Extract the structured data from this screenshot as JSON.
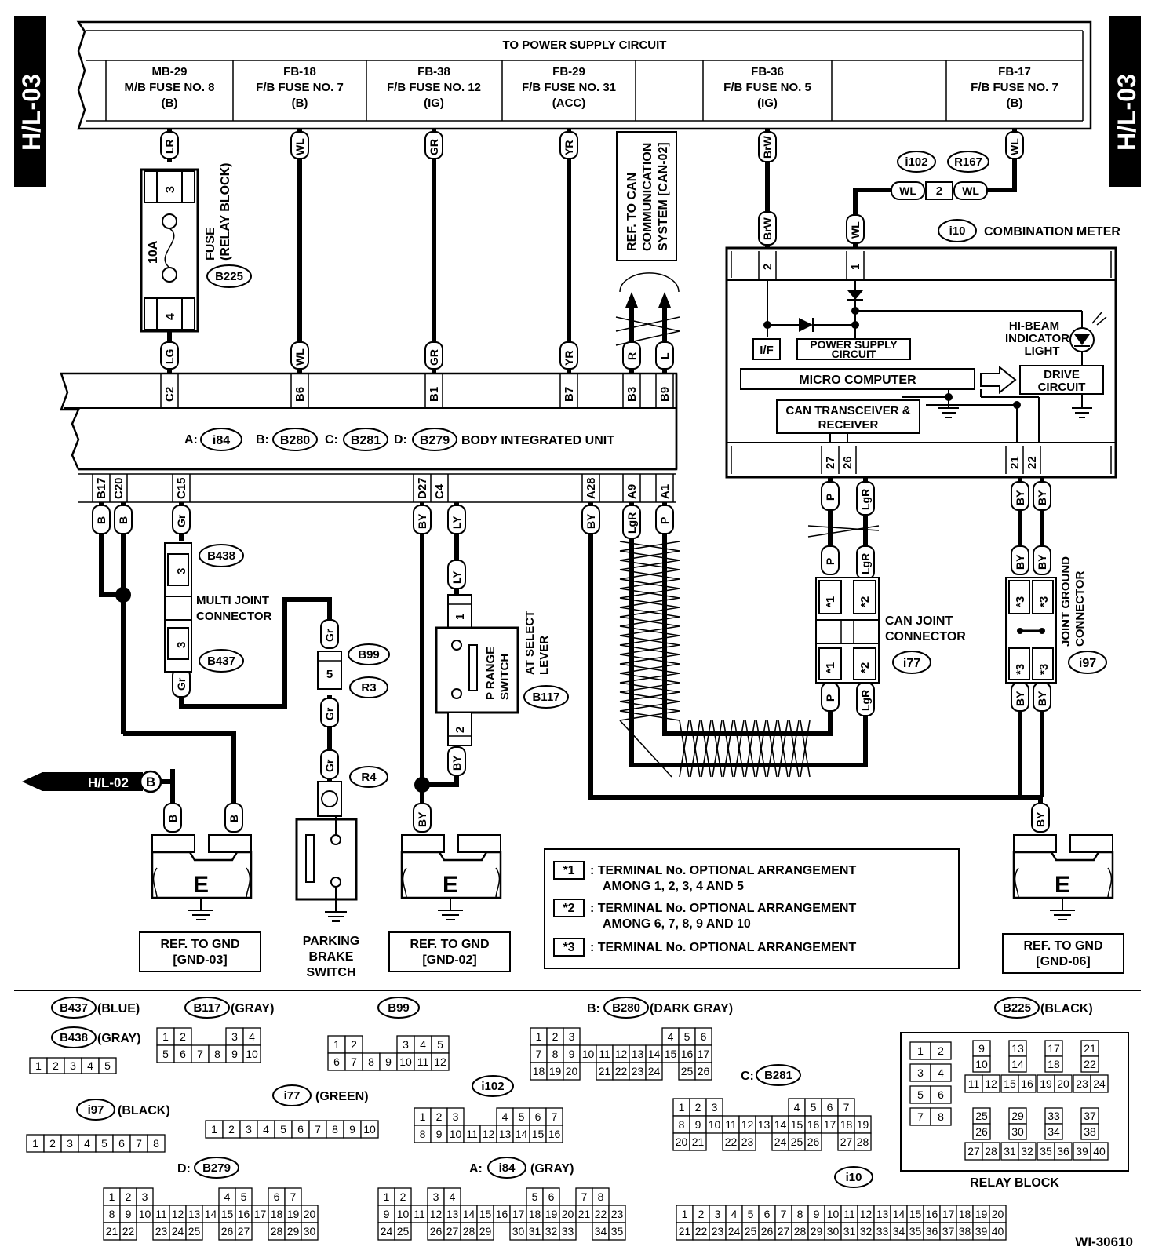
{
  "page_code": "H/L-03",
  "figure_id": "WI-30610",
  "power_supply": {
    "title": "TO POWER SUPPLY CIRCUIT",
    "fuses": [
      {
        "ref": "MB-29",
        "name": "M/B FUSE NO. 8",
        "type": "(B)"
      },
      {
        "ref": "FB-18",
        "name": "F/B FUSE NO. 7",
        "type": "(B)"
      },
      {
        "ref": "FB-38",
        "name": "F/B FUSE NO. 12",
        "type": "(IG)"
      },
      {
        "ref": "FB-29",
        "name": "F/B FUSE NO. 31",
        "type": "(ACC)"
      },
      {
        "ref": "FB-36",
        "name": "F/B FUSE NO. 5",
        "type": "(IG)"
      },
      {
        "ref": "FB-17",
        "name": "F/B FUSE NO. 7",
        "type": "(B)"
      }
    ]
  },
  "fuse_relay": {
    "label1": "FUSE",
    "label2": "(RELAY BLOCK)",
    "rating": "10A",
    "connector": "B225",
    "pin_top": "3",
    "pin_bottom": "4"
  },
  "can_ref": {
    "line1": "REF. TO CAN",
    "line2": "COMMUNICATION",
    "line3": "SYSTEM [CAN-02]"
  },
  "wire_colors": {
    "lr": "LR",
    "lg": "LG",
    "wl": "WL",
    "gr": "GR",
    "yr": "YR",
    "brw": "BrW",
    "r": "R",
    "l": "L",
    "b": "B",
    "gr2": "Gr",
    "by": "BY",
    "ly": "LY",
    "lgr": "LgR",
    "p": "P"
  },
  "biu": {
    "title": "BODY INTEGRATED UNIT",
    "prefixes": [
      "A:",
      "B:",
      "C:",
      "D:"
    ],
    "connectors": [
      "i84",
      "B280",
      "B281",
      "B279"
    ],
    "top_pins": [
      "C2",
      "B6",
      "B1",
      "B7",
      "B3",
      "B9"
    ],
    "bottom_pins": [
      "B17",
      "C20",
      "C15",
      "D27",
      "C4",
      "A28",
      "A9",
      "A1"
    ]
  },
  "combination_meter": {
    "title": "COMBINATION METER",
    "connector": "i10",
    "intermediate": [
      "i102",
      "R167"
    ],
    "mid_pin": "2",
    "top_pins": [
      "2",
      "1"
    ],
    "bottom_pins": [
      "27",
      "26",
      "21",
      "22"
    ],
    "power_supply_circuit_1": "POWER SUPPLY",
    "power_supply_circuit_2": "CIRCUIT",
    "if_label": "I/F",
    "micro": "MICRO COMPUTER",
    "can_tr_1": "CAN TRANSCEIVER &",
    "can_tr_2": "RECEIVER",
    "hibeam_1": "HI-BEAM",
    "hibeam_2": "INDICATOR",
    "hibeam_3": "LIGHT",
    "drive_1": "DRIVE",
    "drive_2": "CIRCUIT"
  },
  "multi_joint": {
    "line1": "MULTI JOINT",
    "line2": "CONNECTOR",
    "conn_top": "B438",
    "conn_bottom": "B437",
    "pin": "3"
  },
  "parking_brake": {
    "conn1": "B99",
    "conn2": "R3",
    "conn3": "R4",
    "pin": "5",
    "line1": "PARKING",
    "line2": "BRAKE",
    "line3": "SWITCH"
  },
  "p_range": {
    "line1": "P RANGE",
    "line2": "SWITCH",
    "line3": "AT SELECT",
    "line4": "LEVER",
    "connector": "B117",
    "pin_top": "1",
    "pin_bottom": "2"
  },
  "can_joint": {
    "line1": "CAN JOINT",
    "line2": "CONNECTOR",
    "connector": "i77",
    "pin1": "*1",
    "pin2": "*2"
  },
  "joint_ground": {
    "line1": "JOINT GROUND",
    "line2": "CONNECTOR",
    "connector": "i97",
    "pin": "*3"
  },
  "ground_letter": "E",
  "hl02": {
    "label": "H/L-02",
    "symbol": "B"
  },
  "gnd_refs": [
    {
      "line1": "REF. TO GND",
      "line2": "[GND-03]"
    },
    {
      "line1": "REF. TO GND",
      "line2": "[GND-02]"
    },
    {
      "line1": "REF. TO GND",
      "line2": "[GND-06]"
    }
  ],
  "notes": [
    {
      "key": "*1",
      "line1": ": TERMINAL No. OPTIONAL ARRANGEMENT",
      "line2": "AMONG 1, 2, 3, 4 AND 5"
    },
    {
      "key": "*2",
      "line1": ": TERMINAL No. OPTIONAL ARRANGEMENT",
      "line2": "AMONG 6, 7, 8, 9 AND 10"
    },
    {
      "key": "*3",
      "line1": ": TERMINAL No. OPTIONAL ARRANGEMENT",
      "line2": ""
    }
  ],
  "connector_legend": {
    "b437": {
      "id": "B437",
      "color": "(BLUE)"
    },
    "b438": {
      "id": "B438",
      "color": "(GRAY)",
      "pins": [
        "1",
        "2",
        "3",
        "4",
        "5"
      ]
    },
    "b117": {
      "id": "B117",
      "color": "(GRAY)",
      "row1": [
        "1",
        "2",
        "",
        "",
        "3",
        "4"
      ],
      "row2": [
        "5",
        "6",
        "7",
        "8",
        "9",
        "10"
      ]
    },
    "b99": {
      "id": "B99",
      "row1": [
        "1",
        "2",
        "",
        "",
        "3",
        "4",
        "5"
      ],
      "row2": [
        "6",
        "7",
        "8",
        "9",
        "10",
        "11",
        "12"
      ]
    },
    "b280": {
      "prefix": "B:",
      "id": "B280",
      "color": "(DARK GRAY)",
      "row1": [
        "1",
        "2",
        "3",
        "",
        "",
        "",
        "",
        "",
        "4",
        "5",
        "6"
      ],
      "row2": [
        "7",
        "8",
        "9",
        "10",
        "11",
        "12",
        "13",
        "14",
        "15",
        "16",
        "17"
      ],
      "row3": [
        "18",
        "19",
        "20",
        "",
        "21",
        "22",
        "23",
        "24",
        "",
        "25",
        "26"
      ]
    },
    "b225": {
      "id": "B225",
      "color": "(BLACK)",
      "label": "RELAY BLOCK"
    },
    "i97": {
      "id": "i97",
      "color": "(BLACK)",
      "pins": [
        "1",
        "2",
        "3",
        "4",
        "5",
        "6",
        "7",
        "8"
      ]
    },
    "i77": {
      "id": "i77",
      "color": "(GREEN)",
      "pins": [
        "1",
        "2",
        "3",
        "4",
        "5",
        "6",
        "7",
        "8",
        "9",
        "10"
      ]
    },
    "i102": {
      "id": "i102",
      "row1": [
        "1",
        "2",
        "3",
        "",
        "",
        "4",
        "5",
        "6",
        "7"
      ],
      "row2": [
        "8",
        "9",
        "10",
        "11",
        "12",
        "13",
        "14",
        "15",
        "16"
      ]
    },
    "b281": {
      "prefix": "C:",
      "id": "B281",
      "row1": [
        "1",
        "2",
        "3",
        "",
        "",
        "",
        "",
        "4",
        "5",
        "6",
        "7"
      ],
      "row2": [
        "8",
        "9",
        "10",
        "11",
        "12",
        "13",
        "14",
        "15",
        "16",
        "17",
        "18",
        "19"
      ],
      "row3": [
        "20",
        "21",
        "",
        "22",
        "23",
        "",
        "24",
        "25",
        "26",
        "",
        "27",
        "28"
      ]
    },
    "b279": {
      "prefix": "D:",
      "id": "B279",
      "row1": [
        "1",
        "2",
        "3",
        "",
        "",
        "",
        "",
        "4",
        "5",
        "",
        "6",
        "7"
      ],
      "row2": [
        "8",
        "9",
        "10",
        "11",
        "12",
        "13",
        "14",
        "15",
        "16",
        "17",
        "18",
        "19",
        "20"
      ],
      "row3": [
        "21",
        "22",
        "",
        "23",
        "24",
        "25",
        "",
        "26",
        "27",
        "",
        "28",
        "29",
        "30"
      ]
    },
    "i84": {
      "prefix": "A:",
      "id": "i84",
      "color": "(GRAY)",
      "row1": [
        "1",
        "2",
        "",
        "3",
        "4",
        "",
        "",
        "",
        "",
        "5",
        "6",
        "",
        "7",
        "8"
      ],
      "row2": [
        "9",
        "10",
        "11",
        "12",
        "13",
        "14",
        "15",
        "16",
        "17",
        "18",
        "19",
        "20",
        "21",
        "22",
        "23"
      ],
      "row3": [
        "24",
        "25",
        "",
        "26",
        "27",
        "28",
        "29",
        "",
        "30",
        "31",
        "32",
        "33",
        "",
        "34",
        "35"
      ]
    },
    "i10": {
      "id": "i10",
      "row1": [
        "1",
        "2",
        "3",
        "4",
        "5",
        "6",
        "7",
        "8",
        "9",
        "10",
        "11",
        "12",
        "13",
        "14",
        "15",
        "16",
        "17",
        "18",
        "19",
        "20"
      ],
      "row2": [
        "21",
        "22",
        "23",
        "24",
        "25",
        "26",
        "27",
        "28",
        "29",
        "30",
        "31",
        "32",
        "33",
        "34",
        "35",
        "36",
        "37",
        "38",
        "39",
        "40"
      ]
    },
    "relay_block_cells": [
      "1",
      "2",
      "3",
      "4",
      "5",
      "6",
      "7",
      "8",
      "9",
      "10",
      "11",
      "12",
      "13",
      "14",
      "15",
      "16",
      "17",
      "18",
      "19",
      "20",
      "21",
      "22",
      "23",
      "24",
      "25",
      "26",
      "27",
      "28",
      "29",
      "30",
      "31",
      "32",
      "33",
      "34",
      "35",
      "36",
      "37",
      "38",
      "39",
      "40"
    ]
  }
}
